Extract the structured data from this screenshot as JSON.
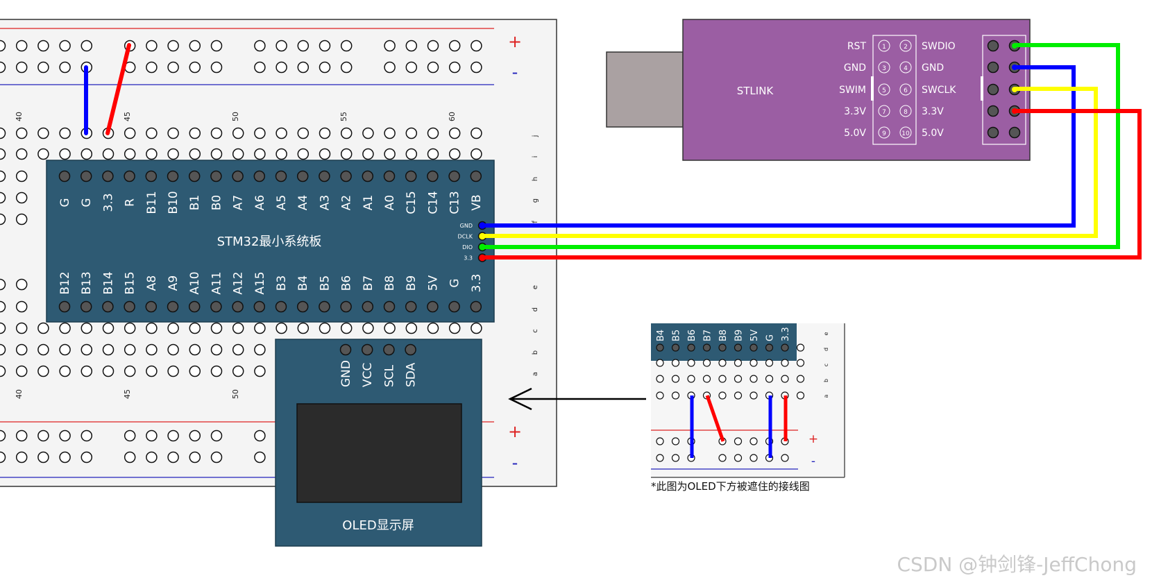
{
  "breadboard": {
    "column_numbers": [
      "40",
      "45",
      "50",
      "55",
      "60"
    ],
    "row_letters_top": [
      "j",
      "i",
      "h",
      "g",
      "f"
    ],
    "row_letters_bottom": [
      "e",
      "d",
      "c",
      "b",
      "a"
    ],
    "rail_plus": "+",
    "rail_minus": "-"
  },
  "stm32": {
    "title": "STM32最小系统板",
    "top_pins": [
      "G",
      "G",
      "3.3",
      "R",
      "B11",
      "B10",
      "B1",
      "B0",
      "A7",
      "A6",
      "A5",
      "A4",
      "A3",
      "A2",
      "A1",
      "A0",
      "C15",
      "C14",
      "C13",
      "VB"
    ],
    "bottom_pins": [
      "B12",
      "B13",
      "B14",
      "B15",
      "A8",
      "A9",
      "A10",
      "A11",
      "A12",
      "A15",
      "B3",
      "B4",
      "B5",
      "B6",
      "B7",
      "B8",
      "B9",
      "5V",
      "G",
      "3.3"
    ],
    "side_pins": [
      "GND",
      "DCLK",
      "DIO",
      "3.3"
    ]
  },
  "stlink": {
    "title": "STLINK",
    "left_labels": [
      "RST",
      "GND",
      "SWIM",
      "3.3V",
      "5.0V"
    ],
    "right_labels": [
      "SWDIO",
      "GND",
      "SWCLK",
      "3.3V",
      "5.0V"
    ],
    "pin_numbers_left": [
      "1",
      "3",
      "5",
      "7",
      "9"
    ],
    "pin_numbers_right": [
      "2",
      "4",
      "6",
      "8",
      "10"
    ]
  },
  "oled": {
    "title": "OLED显示屏",
    "pins": [
      "GND",
      "VCC",
      "SCL",
      "SDA"
    ]
  },
  "inset": {
    "pins": [
      "B4",
      "B5",
      "B6",
      "B7",
      "B8",
      "B9",
      "5V",
      "G",
      "3.3"
    ],
    "row_letters": [
      "e",
      "d",
      "c",
      "b",
      "a"
    ],
    "rail_plus": "+",
    "rail_minus": "-",
    "caption": "*此图为OLED下方被遮住的接线图"
  },
  "wire_colors": {
    "gnd": "#0000ff",
    "clk": "#ffff00",
    "dio": "#00ee00",
    "vcc": "#ff0000"
  },
  "watermark": "CSDN @钟剑锋-JeffChong"
}
